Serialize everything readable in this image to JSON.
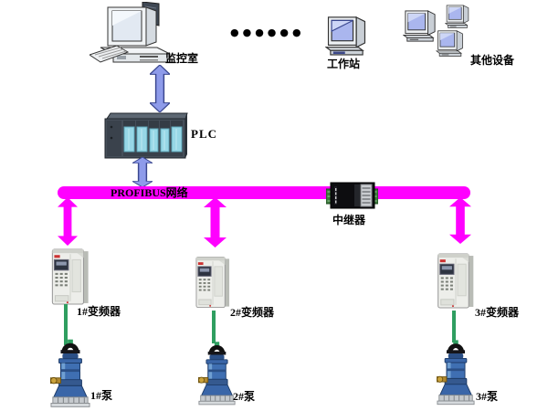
{
  "colors": {
    "background": "#ffffff",
    "bus": "#ff00ff",
    "blue_arrow_fill": "#8e9bea",
    "blue_arrow_border": "#3a478f",
    "green_link": "#2f9e60",
    "pump_blue": "#3f6fb2",
    "plc_panel_cyan": "#97d7e6"
  },
  "top_row": {
    "monitor_room_label": "监控室",
    "dots": "●●●●●●",
    "workstation_label": "工作站",
    "other_devices_label": "其他设备"
  },
  "plc": {
    "label": "PLC"
  },
  "network": {
    "bus_label": "PROFIBUS网络",
    "repeater_label": "中继器"
  },
  "drives": [
    {
      "label": "1#变频器"
    },
    {
      "label": "2#变频器"
    },
    {
      "label": "3#变频器"
    }
  ],
  "pumps": [
    {
      "label": "1#泵"
    },
    {
      "label": "2#泵"
    },
    {
      "label": "3#泵"
    }
  ]
}
